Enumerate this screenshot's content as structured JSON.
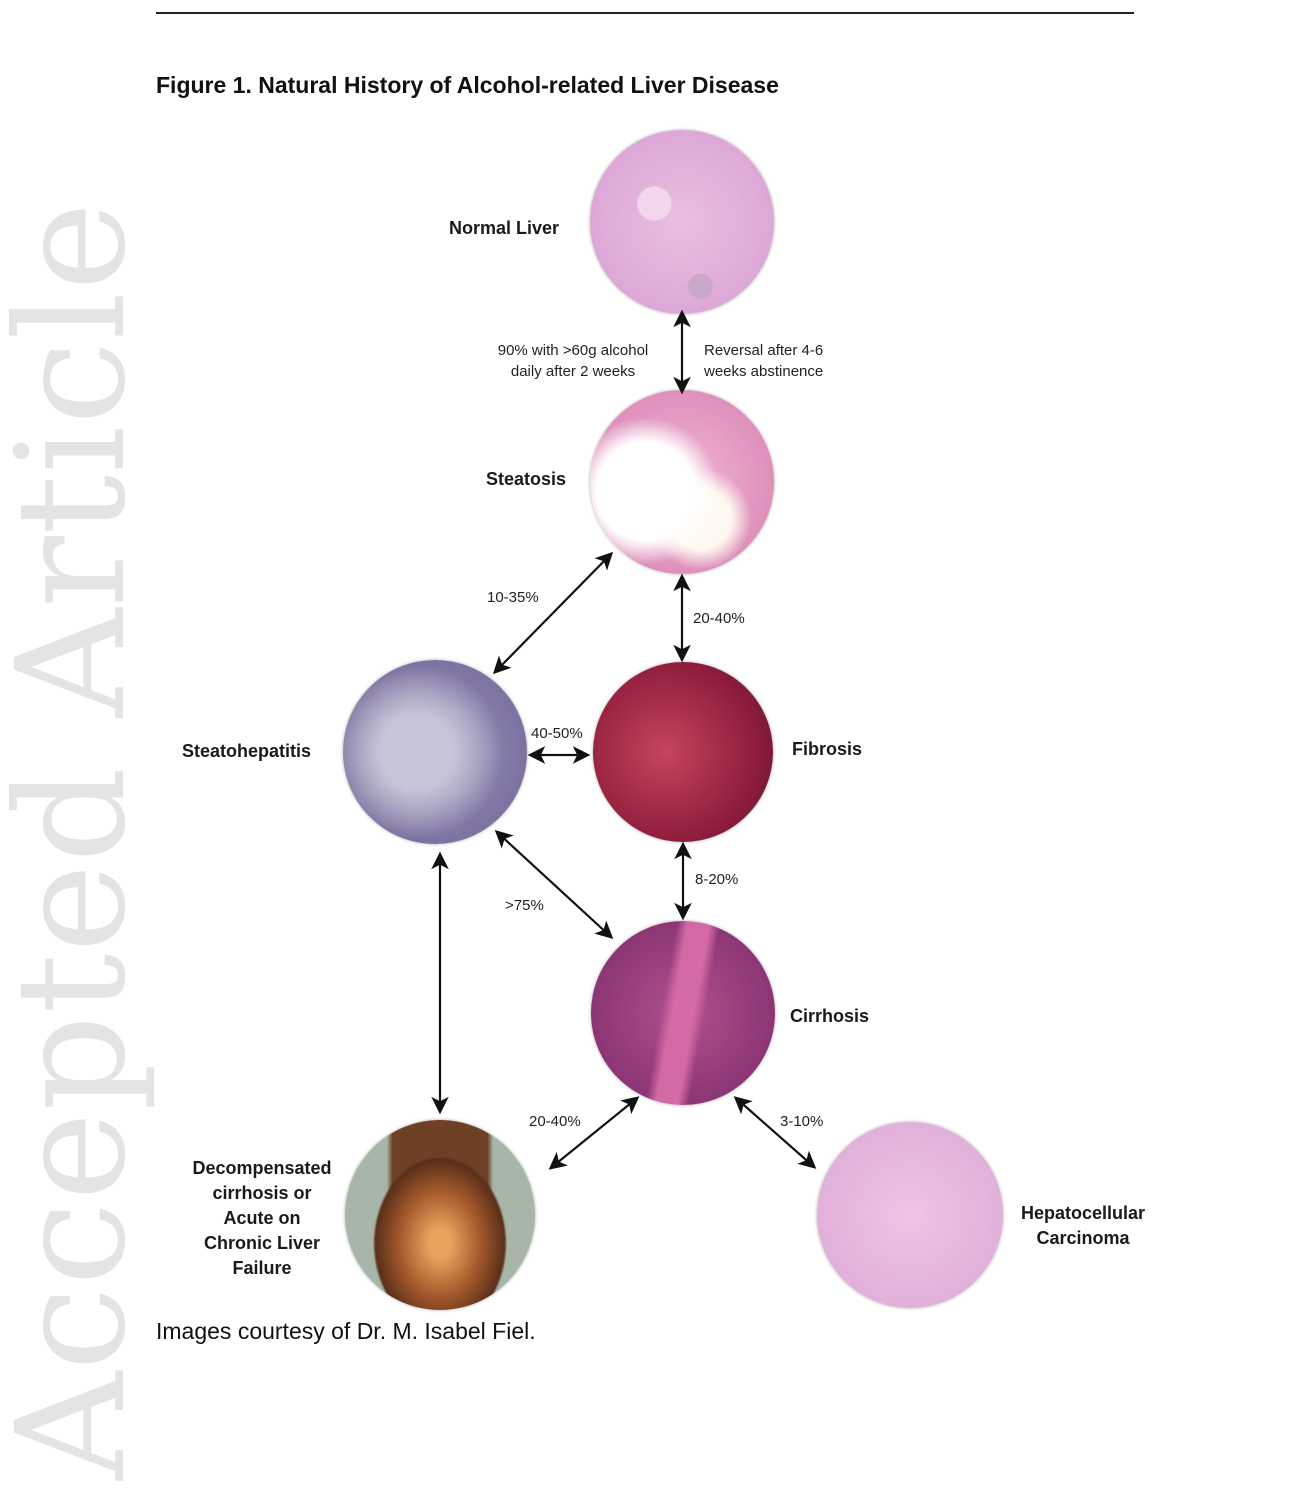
{
  "watermark": "Accepted Article",
  "figure": {
    "title": "Figure 1. Natural History of Alcohol-related Liver Disease",
    "caption": "Images courtesy of Dr. M. Isabel Fiel.",
    "stages": {
      "normal": "Normal Liver",
      "steatosis": "Steatosis",
      "steatohepatitis": "Steatohepatitis",
      "fibrosis": "Fibrosis",
      "cirrhosis": "Cirrhosis",
      "decompensated": [
        "Decompensated",
        "cirrhosis or",
        "Acute on",
        "Chronic Liver",
        "Failure"
      ],
      "hcc": [
        "Hepatocellular",
        "Carcinoma"
      ]
    },
    "transitions": {
      "normal_steatosis_left": [
        "90% with >60g alcohol",
        "daily after 2 weeks"
      ],
      "normal_steatosis_right": [
        "Reversal after 4-6",
        "weeks abstinence"
      ],
      "steatosis_steatohepatitis": "10-35%",
      "steatosis_fibrosis": "20-40%",
      "steatohepatitis_fibrosis": "40-50%",
      "fibrosis_cirrhosis": "8-20%",
      "steatohepatitis_cirrhosis": ">75%",
      "cirrhosis_decompensated": "20-40%",
      "cirrhosis_hcc": "3-10%"
    }
  }
}
